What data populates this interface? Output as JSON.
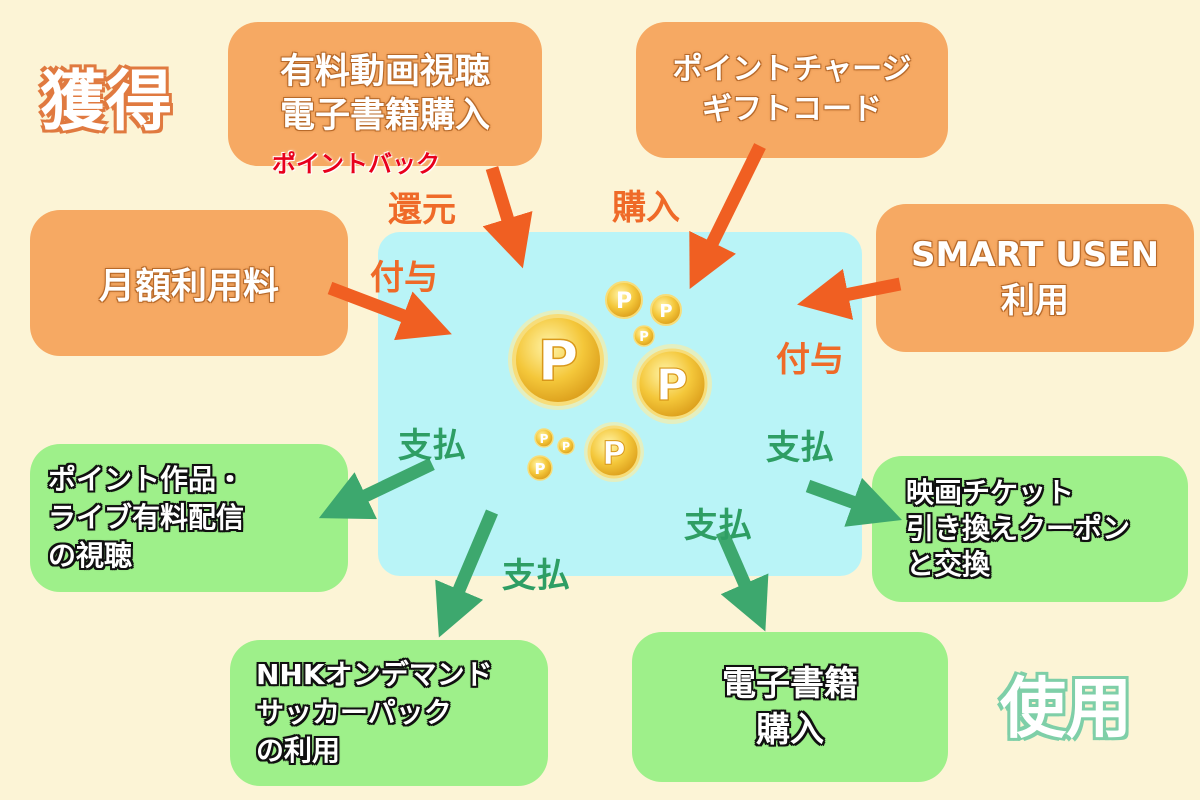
{
  "headings": {
    "acquire": "獲得",
    "use": "使用"
  },
  "acquire_boxes": {
    "video_ebook": {
      "lines": [
        "有料動画視聴",
        "電子書籍購入"
      ]
    },
    "charge_gift": {
      "lines": [
        "ポイントチャージ",
        "ギフトコード"
      ]
    },
    "monthly_fee": {
      "lines": [
        "月額利用料"
      ]
    },
    "smart_usen": {
      "lines": [
        "SMART USEN",
        "利用"
      ]
    }
  },
  "point_back": "ポイントバック",
  "flow_labels": {
    "return": "還元",
    "purchase": "購入",
    "grant_left": "付与",
    "grant_right": "付与",
    "pay_left": "支払",
    "pay_right": "支払",
    "pay_bottom_left": "支払",
    "pay_bottom_right": "支払"
  },
  "use_boxes": {
    "point_works": {
      "lines": [
        "ポイント作品・",
        "ライブ有料配信",
        "の視聴"
      ]
    },
    "movie_ticket": {
      "lines": [
        "映画チケット",
        "引き換えクーポン",
        "と交換"
      ]
    },
    "nhk": {
      "lines": [
        "NHKオンデマンド",
        "サッカーパック",
        "の利用"
      ]
    },
    "ebook": {
      "lines": [
        "電子書籍",
        "購入"
      ]
    }
  },
  "coin_letter": "P",
  "colors": {
    "background": "#fcf4d6",
    "center_panel": "#b9f4f7",
    "acquire_box": "#f6a963",
    "use_box": "#9ef08a",
    "acquire_arrow": "#f05f22",
    "use_arrow": "#3da86e",
    "acquire_heading": "#ef8a55",
    "use_heading": "#a8e0c0",
    "coin": "#f3c537"
  }
}
